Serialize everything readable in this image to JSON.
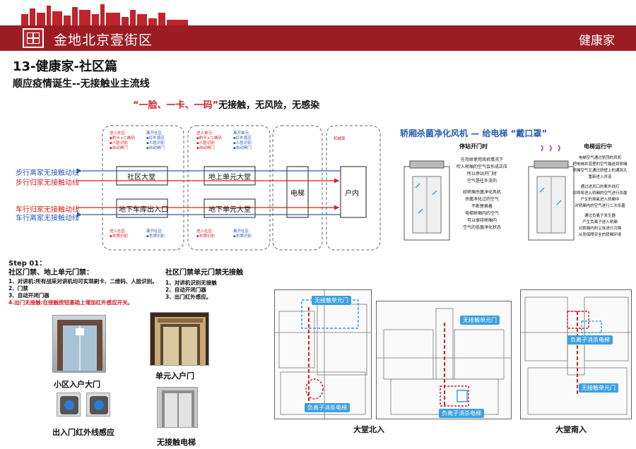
{
  "header": {
    "brand": "金地北京壹街区",
    "tag": "健康家"
  },
  "page": {
    "title": "13-健康家-社区篇",
    "subtitle": "顺应疫情诞生--无接触业主流线"
  },
  "slogan": {
    "highlight": "“一脸、一卡、一码”",
    "rest": "无接触，无风险，无感染"
  },
  "flow": {
    "boxes": {
      "lobby": "社区大堂",
      "garage": "地下车库出入口",
      "unit_top": "地上单元大堂",
      "unit_bottom": "地下单元大堂",
      "elevator": "电梯",
      "home": "户内"
    },
    "lines": {
      "walk_leave": "步行离家无接触动线",
      "walk_return": "步行归家无接触动线",
      "car_return": "车行归家无接触动线",
      "car_leave": "车行离家无接触动线"
    },
    "notes": {
      "enter_community_top": "进入社区:\n▪刷卡+二维码\n▪人脸识别\n▪自动闸门",
      "leave_community_top": "离开社区:\n▪红外感应\n▪人脸识别\n▪自动闸门",
      "enter_unit_top": "进入单元:\n▪刷卡+二维码\n▪人脸识别\n▪自动闸门",
      "leave_unit_top": "离开单元:\n▪红外感应\n▪人脸识别\n▪自动闸门",
      "elevator_note": "机械锁",
      "enter_community_bottom": "进入社区:\n▪车牌识别",
      "leave_community_bottom": "离开社区:\n▪车牌识别",
      "enter_unit_bottom": "进入社区:\n▪车牌识别",
      "leave_unit_bottom": "离开社区:\n▪车牌识别"
    }
  },
  "step1": {
    "title": "Step 01：",
    "heading": "社区门禁、地上单元门禁：",
    "items": [
      "1、对讲机:所有战采对讲机均可实现刷卡、二维码、人脸识别。",
      "2、门禁",
      "3、自动开闭门器"
    ],
    "highlight": "4.出门无接触:在接触按钮基础上增加红外感应开关。"
  },
  "step2": {
    "heading": "社区门禁单元门禁无接触",
    "items": [
      "1、对讲机识别无接触",
      "2、自动开闭门器",
      "3、出门红外感应。"
    ]
  },
  "photos": {
    "gate": "小区入户大门",
    "unit_door": "单元入户门",
    "sensor": "出入门红外线感应",
    "elevator": "无接触电梯"
  },
  "elevator_panel": {
    "title": "轿厢杀菌净化风机 — 给电梯 “戴口罩”",
    "stopped_head": "停站开门时",
    "stopped_text": [
      "在持续使用风机情况下",
      "吹入轿厢的空气会形成正压",
      "所以停站开门时",
      "空气是往外流的",
      "",
      "经轿厢杀菌净化风机",
      "杀菌净化过的空气",
      "不断替换着",
      "电梯轿厢内的空气",
      "可以保持轿厢内",
      "空气的低菌净化状态"
    ],
    "running_head": "电梯运行中",
    "running_text": [
      "电梯空气通过轿顶的风机",
      "把电梯井道里的空气输送到轿厢",
      "轿厢空气又通过轿壁上的通风孔",
      "重新进入井道",
      "",
      "通过进风口的紫外线灯",
      "对即将进入轿厢的空气进行杀菌",
      "产生的臭氧进入轿厢中",
      "对轿厢内的空气进行二次杀菌",
      "",
      "通过负离子发生器",
      "产生负离子进入轿厢",
      "对轿厢内的尘埃进行沉降",
      "从而保障安全的轿厢环境"
    ]
  },
  "plans": {
    "p1_label_top": "无接触单元门",
    "p1_label_bottom": "负离子消杀电梯",
    "p2_label_top": "无接触单元门",
    "p2_label_bottom": "负离子消杀电梯",
    "p3_label_top": "负离子消杀电梯",
    "p3_label_bottom": "无接触单元门",
    "caption_north": "大堂北入",
    "caption_south": "大堂南入"
  },
  "colors": {
    "brand_red": "#9c1c23",
    "accent_red": "#d41f26",
    "accent_blue": "#2a5db0",
    "label_blue": "#3aa0e0"
  }
}
